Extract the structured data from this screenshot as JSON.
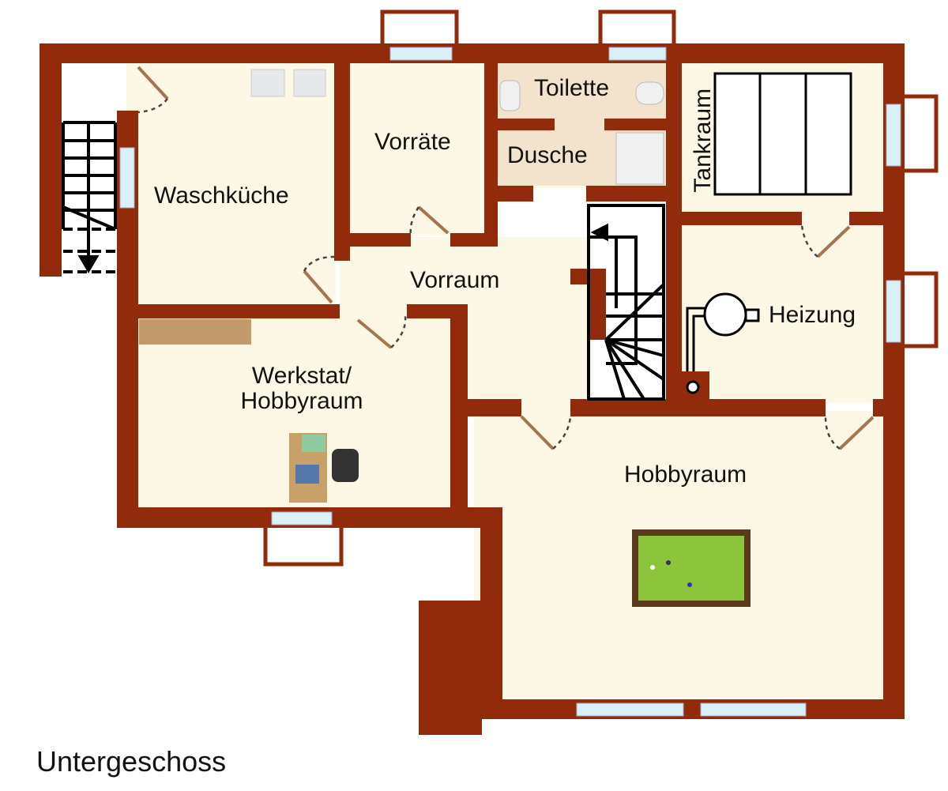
{
  "title": "Untergeschoss",
  "rooms": {
    "waschkueche": "Waschküche",
    "vorraete": "Vorräte",
    "toilette": "Toilette",
    "dusche": "Dusche",
    "tankraum": "Tankraum",
    "vorraum": "Vorraum",
    "heizung": "Heizung",
    "werkstatt_line1": "Werkstat/",
    "werkstatt_line2": "Hobbyraum",
    "hobbyraum": "Hobbyraum"
  },
  "colors": {
    "wall": "#922b0c",
    "floor": "#fdf7e6",
    "window": "#d8f0f6",
    "billiard": "#8cc43c"
  }
}
